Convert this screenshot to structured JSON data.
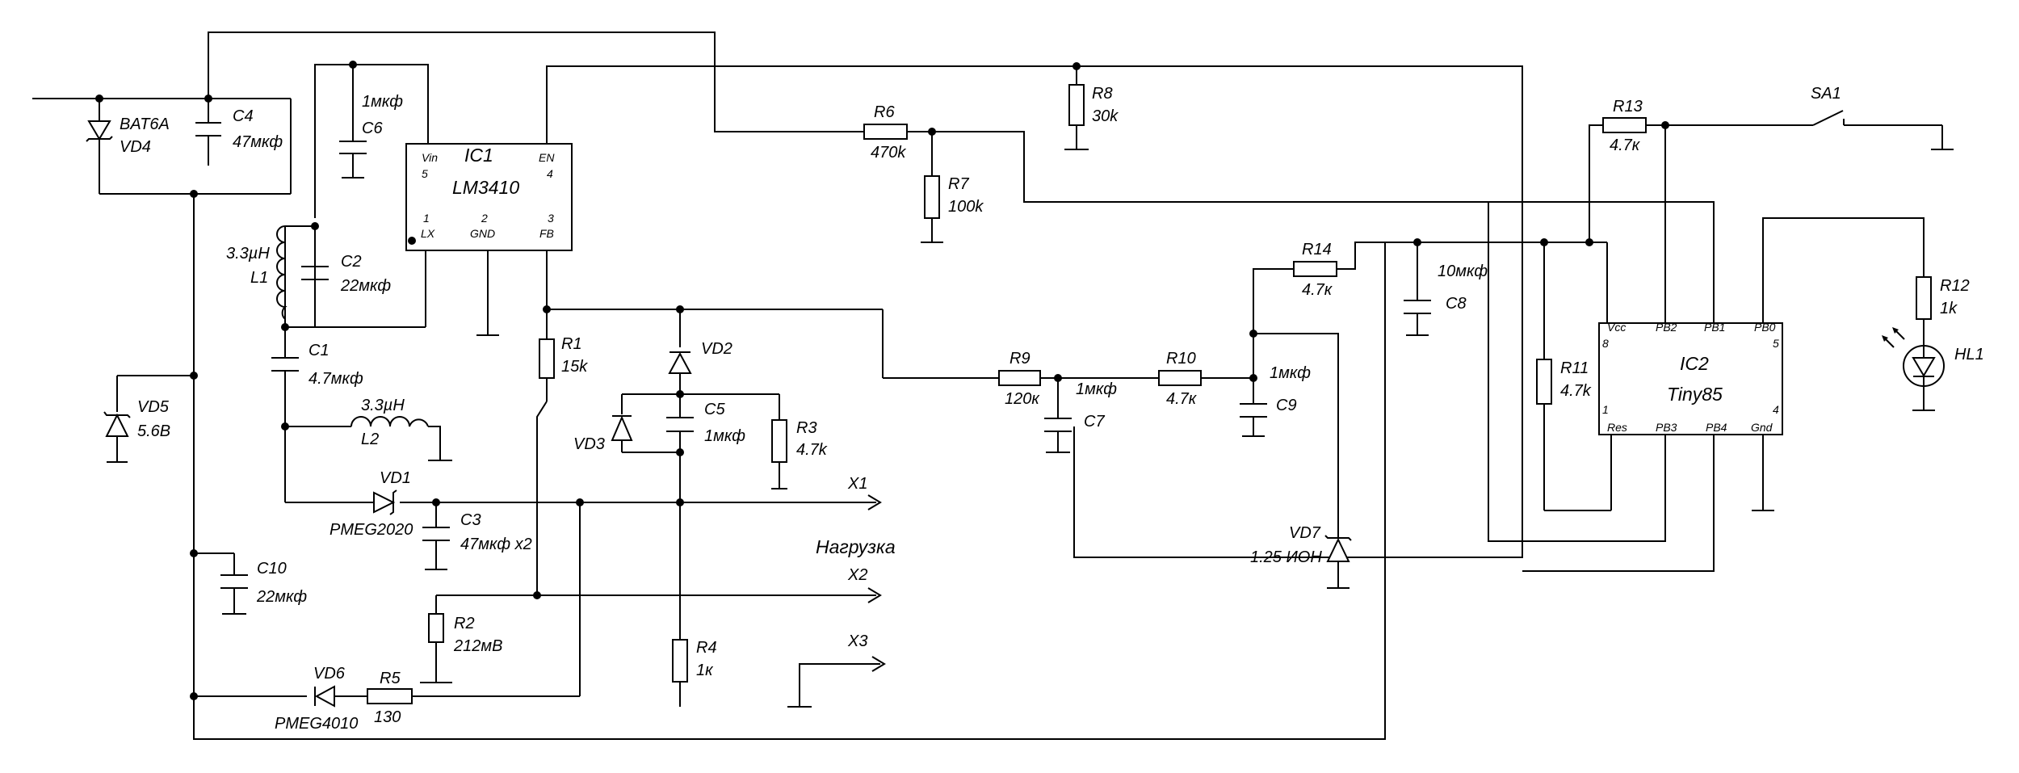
{
  "ic1": {
    "ref": "IC1",
    "part": "LM3410",
    "pins": {
      "vin": "Vin",
      "vin_num": "5",
      "en": "EN",
      "en_num": "4",
      "lx_num": "1",
      "lx": "LX",
      "gnd_num": "2",
      "gnd": "GND",
      "fb_num": "3",
      "fb": "FB"
    }
  },
  "ic2": {
    "ref": "IC2",
    "part": "Tiny85",
    "pins": {
      "vcc": "Vcc",
      "pb2": "PB2",
      "pb1": "PB1",
      "pb0": "PB0",
      "vcc_num": "8",
      "pb0_num": "5",
      "res_num": "1",
      "gnd_num": "4",
      "res": "Res",
      "pb3": "PB3",
      "pb4": "PB4",
      "gnd": "Gnd"
    }
  },
  "components": {
    "vd4_ref": "VD4",
    "vd4_val": "BAT6A",
    "c4_ref": "C4",
    "c4_val": "47мкф",
    "c6_ref": "C6",
    "c6_val": "1мкф",
    "l1_ref": "L1",
    "l1_val": "3.3µH",
    "c2_ref": "C2",
    "c2_val": "22мкф",
    "c1_ref": "C1",
    "c1_val": "4.7мкф",
    "l2_ref": "L2",
    "l2_val": "3.3µH",
    "vd5_ref": "VD5",
    "vd5_val": "5.6B",
    "vd1_ref": "VD1",
    "vd1_val": "PMEG2020",
    "c3_ref": "C3",
    "c3_val": "47мкф x2",
    "c10_ref": "C10",
    "c10_val": "22мкф",
    "vd6_ref": "VD6",
    "vd6_val": "PMEG4010",
    "r5_ref": "R5",
    "r5_val": "130",
    "r1_ref": "R1",
    "r1_val": "15k",
    "vd2_ref": "VD2",
    "c5_ref": "C5",
    "c5_val": "1мкф",
    "vd3_ref": "VD3",
    "r3_ref": "R3",
    "r3_val": "4.7k",
    "r2_ref": "R2",
    "r2_val": "212мВ",
    "r4_ref": "R4",
    "r4_val": "1к",
    "r6_ref": "R6",
    "r6_val": "470k",
    "r7_ref": "R7",
    "r7_val": "100k",
    "r8_ref": "R8",
    "r8_val": "30k",
    "r9_ref": "R9",
    "r9_val": "120к",
    "c7_ref": "C7",
    "c7_val": "1мкф",
    "r10_ref": "R10",
    "r10_val": "4.7к",
    "c9_ref": "C9",
    "c9_val": "1мкф",
    "r14_ref": "R14",
    "r14_val": "4.7к",
    "vd7_ref": "VD7",
    "vd7_val": "1.25 ИОН",
    "c8_ref": "C8",
    "c8_val": "10мкф",
    "r11_ref": "R11",
    "r11_val": "4.7k",
    "r13_ref": "R13",
    "r13_val": "4.7к",
    "sa1_ref": "SA1",
    "r12_ref": "R12",
    "r12_val": "1k",
    "hl1_ref": "HL1"
  },
  "outputs": {
    "load_label": "Нагрузка",
    "x1": "X1",
    "x2": "X2",
    "x3": "X3"
  }
}
